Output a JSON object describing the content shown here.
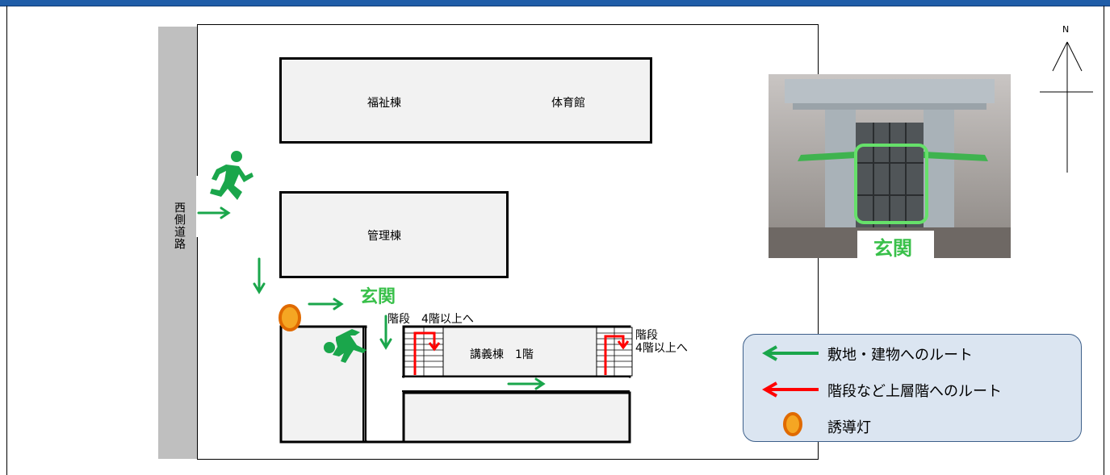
{
  "map": {
    "road_label": "西側道路",
    "buildings": {
      "welfare": "福祉棟",
      "gym": "体育館",
      "admin": "管理棟",
      "lecture": "講義棟　1階"
    },
    "entrance_label": "玄関",
    "stairs_left": "階段　4階以上へ",
    "stairs_right_line1": "階段",
    "stairs_right_line2": "4階以上へ",
    "compass_label": "N"
  },
  "photo": {
    "caption": "玄関"
  },
  "legend": {
    "items": [
      {
        "label": "敷地・建物へのルート",
        "color": "#1aa64b",
        "icon": "green-arrow-left-icon"
      },
      {
        "label": "階段など上層階へのルート",
        "color": "#ff0000",
        "icon": "red-arrow-left-icon"
      },
      {
        "label": "誘導灯",
        "color": "#f5a623",
        "icon": "guide-light-icon"
      }
    ]
  },
  "colors": {
    "route_green": "#1aa64b",
    "route_red": "#ff0000",
    "entrance_text": "#39c04a",
    "guide_light_fill": "#f5a623",
    "guide_light_border": "#e06a00",
    "legend_bg": "#dbe5f1",
    "top_bar": "#1f5da8"
  }
}
